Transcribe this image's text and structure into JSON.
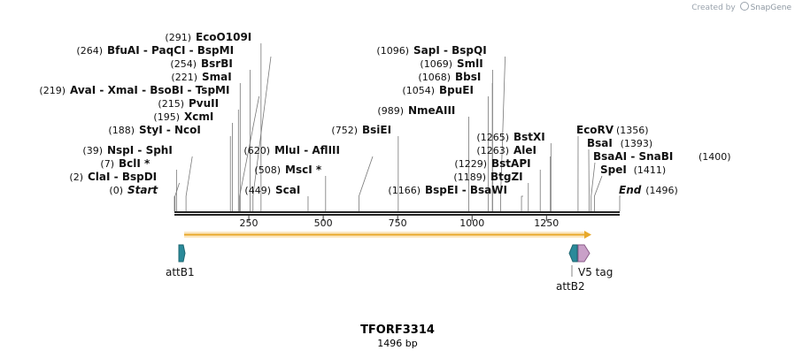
{
  "credit": {
    "prefix": "Created by",
    "brand": "SnapGene"
  },
  "sequence": {
    "name": "TFORF3314",
    "length_label": "1496 bp",
    "length": 1496
  },
  "ruler": {
    "ticks": [
      250,
      500,
      750,
      1000,
      1250
    ]
  },
  "labels": [
    {
      "pos": 291,
      "text": "(291)",
      "name": "EcoO109I"
    },
    {
      "pos": 264,
      "text": "(264)",
      "name": "BfuAI  -  PaqCI  -  BspMI"
    },
    {
      "pos": 254,
      "text": "(254)",
      "name": "BsrBI"
    },
    {
      "pos": 221,
      "text": "(221)",
      "name": "SmaI"
    },
    {
      "pos": 219,
      "text": "(219)",
      "name": "AvaI  -  XmaI  -  BsoBI  -  TspMI"
    },
    {
      "pos": 215,
      "text": "(215)",
      "name": "PvuII"
    },
    {
      "pos": 195,
      "text": "(195)",
      "name": "XcmI"
    },
    {
      "pos": 188,
      "text": "(188)",
      "name": "StyI  -  NcoI"
    },
    {
      "pos": 39,
      "text": "(39)",
      "name": "NspI  -  SphI"
    },
    {
      "pos": 7,
      "text": "(7)",
      "name": "BclI *"
    },
    {
      "pos": 2,
      "text": "(2)",
      "name": "ClaI  -  BspDI"
    },
    {
      "pos": 0,
      "text": "(0)",
      "name": "Start"
    },
    {
      "pos": 752,
      "text": "(752)",
      "name": "BsiEI"
    },
    {
      "pos": 620,
      "text": "(620)",
      "name": "MluI  -  AflIII"
    },
    {
      "pos": 508,
      "text": "(508)",
      "name": "MscI *"
    },
    {
      "pos": 449,
      "text": "(449)",
      "name": "ScaI"
    },
    {
      "pos": 1096,
      "text": "(1096)",
      "name": "SapI  -  BspQI"
    },
    {
      "pos": 1069,
      "text": "(1069)",
      "name": "SmlI"
    },
    {
      "pos": 1068,
      "text": "(1068)",
      "name": "BbsI"
    },
    {
      "pos": 1054,
      "text": "(1054)",
      "name": "BpuEI"
    },
    {
      "pos": 989,
      "text": "(989)",
      "name": "NmeAIII"
    },
    {
      "pos": 1265,
      "text": "(1265)",
      "name": "BstXI"
    },
    {
      "pos": 1263,
      "text": "(1263)",
      "name": "AleI"
    },
    {
      "pos": 1229,
      "text": "(1229)",
      "name": "BstAPI"
    },
    {
      "pos": 1189,
      "text": "(1189)",
      "name": "BtgZI"
    },
    {
      "pos": 1166,
      "text": "(1166)",
      "name": "BspEI  -  BsaWI"
    },
    {
      "pos": 1356,
      "text": "(1356)",
      "name": "EcoRV"
    },
    {
      "pos": 1393,
      "text": "(1393)",
      "name": "BsaI"
    },
    {
      "pos": 1400,
      "text": "(1400)",
      "name": "BsaAI  -  SnaBI"
    },
    {
      "pos": 1411,
      "text": "(1411)",
      "name": "SpeI"
    },
    {
      "pos": 1496,
      "text": "(1496)",
      "name": "End"
    }
  ],
  "features": [
    {
      "name": "attB1",
      "type": "site",
      "color": "#2a8a9a"
    },
    {
      "name": "attB2",
      "type": "site",
      "color": "#2a8a9a"
    },
    {
      "name": "V5 tag",
      "type": "tag",
      "color": "#c9a0c8"
    }
  ],
  "orf": {
    "color": "#f2c04b",
    "direction": "forward"
  }
}
